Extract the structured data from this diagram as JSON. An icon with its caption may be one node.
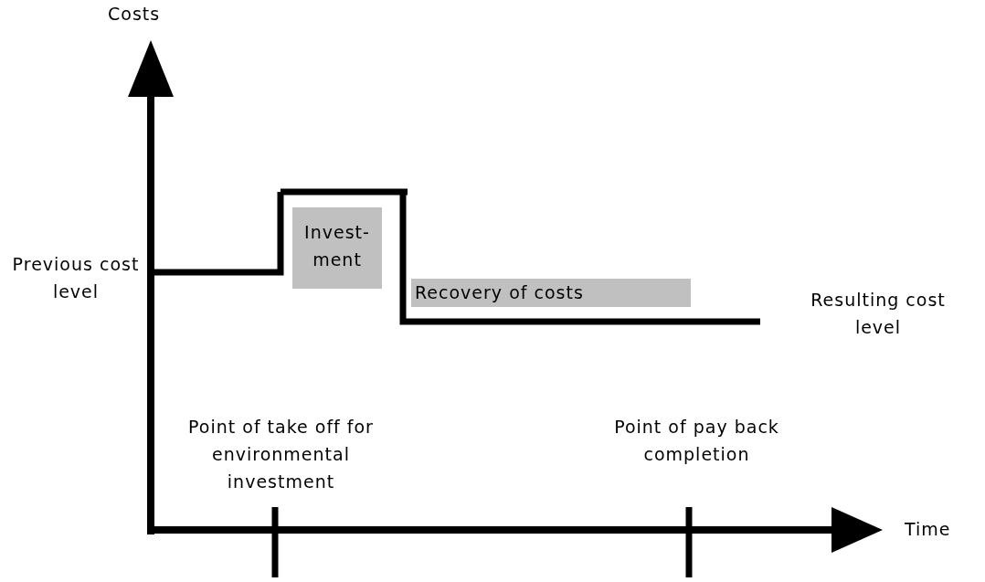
{
  "diagram": {
    "nodes": [
      {
        "text": [
          "Invest- ment"
        ]
      },
      {
        "text": [
          "Recovery of costs"
        ]
      }
    ],
    "edges": [],
    "labels": [
      "Costs",
      "Previous cost level",
      "Resulting cost level",
      "Point of take off for environmental investment",
      "Point of pay back completion",
      "Time"
    ]
  }
}
